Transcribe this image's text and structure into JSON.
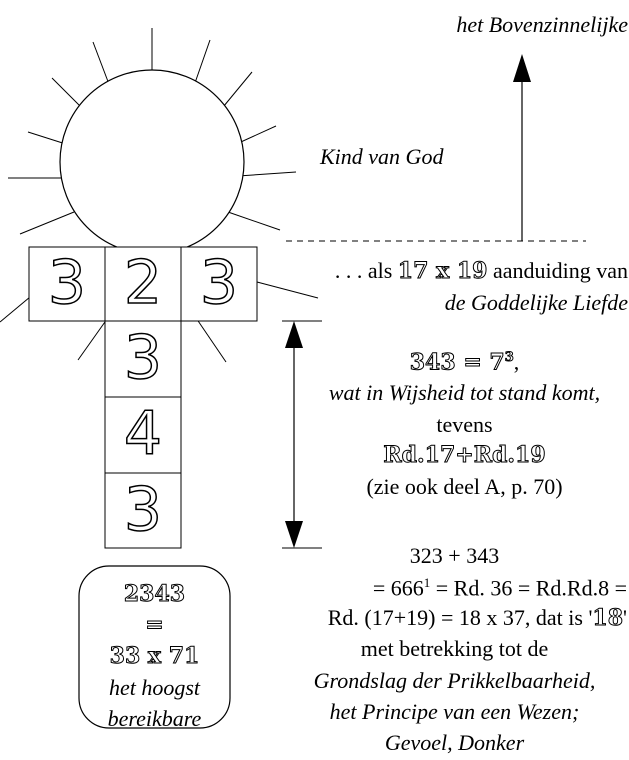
{
  "top_label": "het Bovenzinnelijke",
  "kind_label": "Kind van God",
  "cross": {
    "top_row": [
      "3",
      "2",
      "3"
    ],
    "column": [
      "3",
      "4",
      "3"
    ]
  },
  "als": {
    "prefix": ". . . als ",
    "number": "17 x 19",
    "suffix": " aanduiding van",
    "line2": "de Goddelijke Liefde"
  },
  "wisdom": {
    "eq_left": "343 = 7",
    "eq_exp": "3",
    "eq_tail": ",",
    "line2": "wat in Wijsheid tot stand komt,",
    "line3": "tevens",
    "line4": "Rd.17+Rd.19",
    "line5": "(zie ook deel A, p. 70)"
  },
  "sum": {
    "line1": "323 + 343",
    "line2_a": "= 666",
    "line2_sup": "1",
    "line2_b": " = Rd. 36 = Rd.Rd.8 =",
    "line3_a": "Rd. (17+19) = 18 x 37, dat is '",
    "line3_num": "18",
    "line3_b": "'",
    "line4": "met betrekking tot de",
    "line5": "Grondslag der Prikkelbaarheid,",
    "line6": "het Principe van een Wezen;",
    "line7": "Gevoel, Donker"
  },
  "box": {
    "line1": "2343",
    "line2": "=",
    "line3": "33 x 71",
    "line4": "het hoogst",
    "line5": "bereikbare"
  }
}
